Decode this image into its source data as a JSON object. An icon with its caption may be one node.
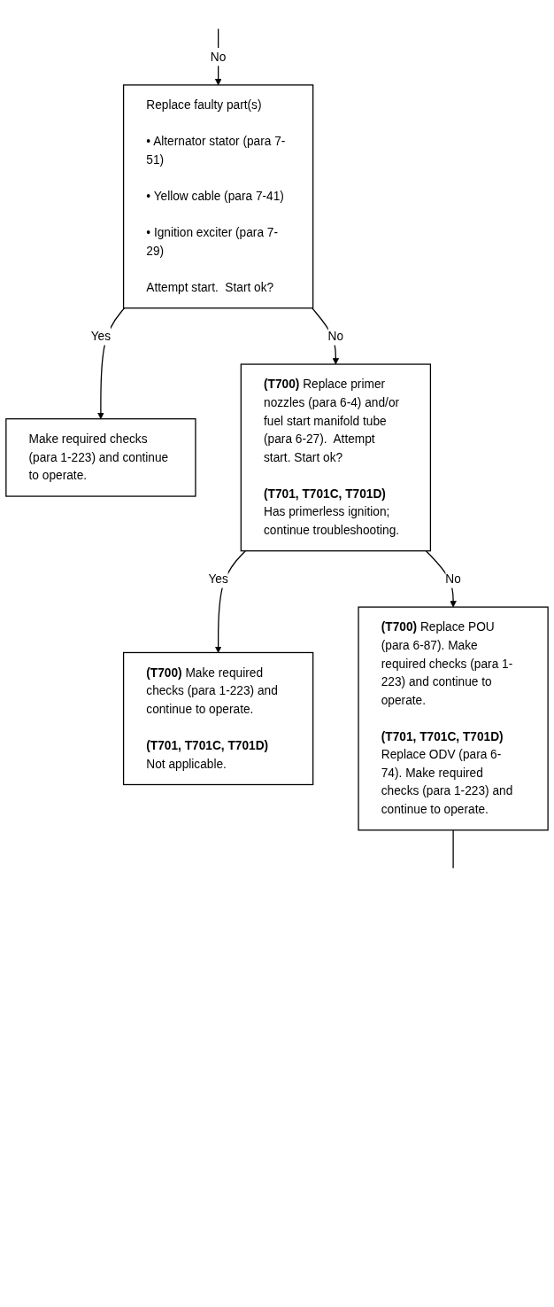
{
  "diagram": {
    "nodes": [
      {
        "text": [
          "Replace faulty part(s)",
          "• Alternator stator (para 7-51)",
          "• Yellow cable (para 7-41)",
          "• Ignition exciter (para 7-29)",
          "Attempt start.  Start ok?"
        ]
      },
      {
        "text": [
          "Make required checks (para 1-223) and continue to operate."
        ]
      },
      {
        "text": [
          "**(T700)** Replace primer nozzles (para 6-4) and/or fuel start manifold tube (para 6-27).  Attempt start. Start ok?",
          "**(T701, T701C, T701D)** Has primerless ignition; continue troubleshooting."
        ]
      },
      {
        "text": [
          "**(T700)** Make required checks (para 1-223) and continue to operate.",
          "**(T701, T701C, T701D)** Not applicable."
        ]
      },
      {
        "text": [
          "**(T700)** Replace POU (para 6-87). Make required checks (para 1-223) and continue to operate.",
          "**(T701, T701C, T701D)** Replace ODV (para 6-74). Make required checks (para 1-223) and continue to operate."
        ]
      }
    ],
    "edges": [
      {
        "from": null,
        "to": 0,
        "arrow": "to",
        "label": "No"
      },
      {
        "from": 0,
        "to": 1,
        "arrow": "to",
        "label": "Yes"
      },
      {
        "from": 0,
        "to": 2,
        "arrow": "to",
        "label": "No"
      },
      {
        "from": 2,
        "to": 3,
        "arrow": "to",
        "label": "Yes"
      },
      {
        "from": 2,
        "to": 4,
        "arrow": "to",
        "label": "No"
      },
      {
        "from": 4,
        "to": null,
        "arrow": "none"
      }
    ]
  }
}
